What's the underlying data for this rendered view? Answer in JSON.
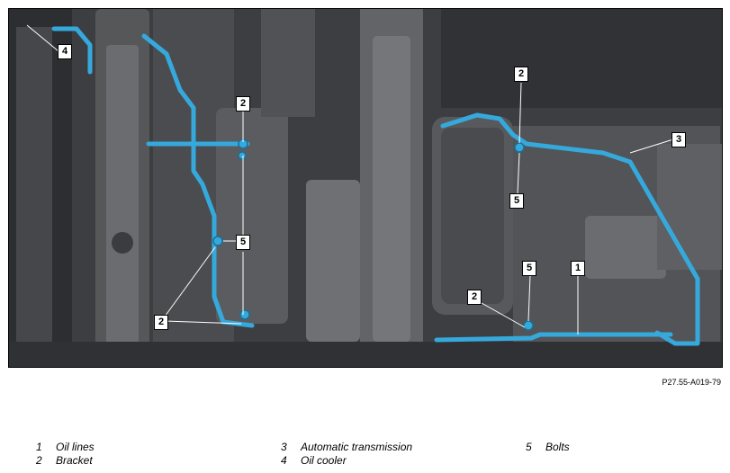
{
  "figure": {
    "reference_code": "P27.55-A019-79",
    "pipe_color": "#36a9dc",
    "callouts": [
      "4",
      "2",
      "2",
      "3",
      "5",
      "5",
      "5",
      "1",
      "2",
      "2"
    ]
  },
  "legend": [
    {
      "num": "1",
      "label": "Oil lines"
    },
    {
      "num": "2",
      "label": "Bracket"
    },
    {
      "num": "3",
      "label": "Automatic transmission"
    },
    {
      "num": "4",
      "label": "Oil cooler"
    },
    {
      "num": "5",
      "label": "Bolts"
    }
  ]
}
